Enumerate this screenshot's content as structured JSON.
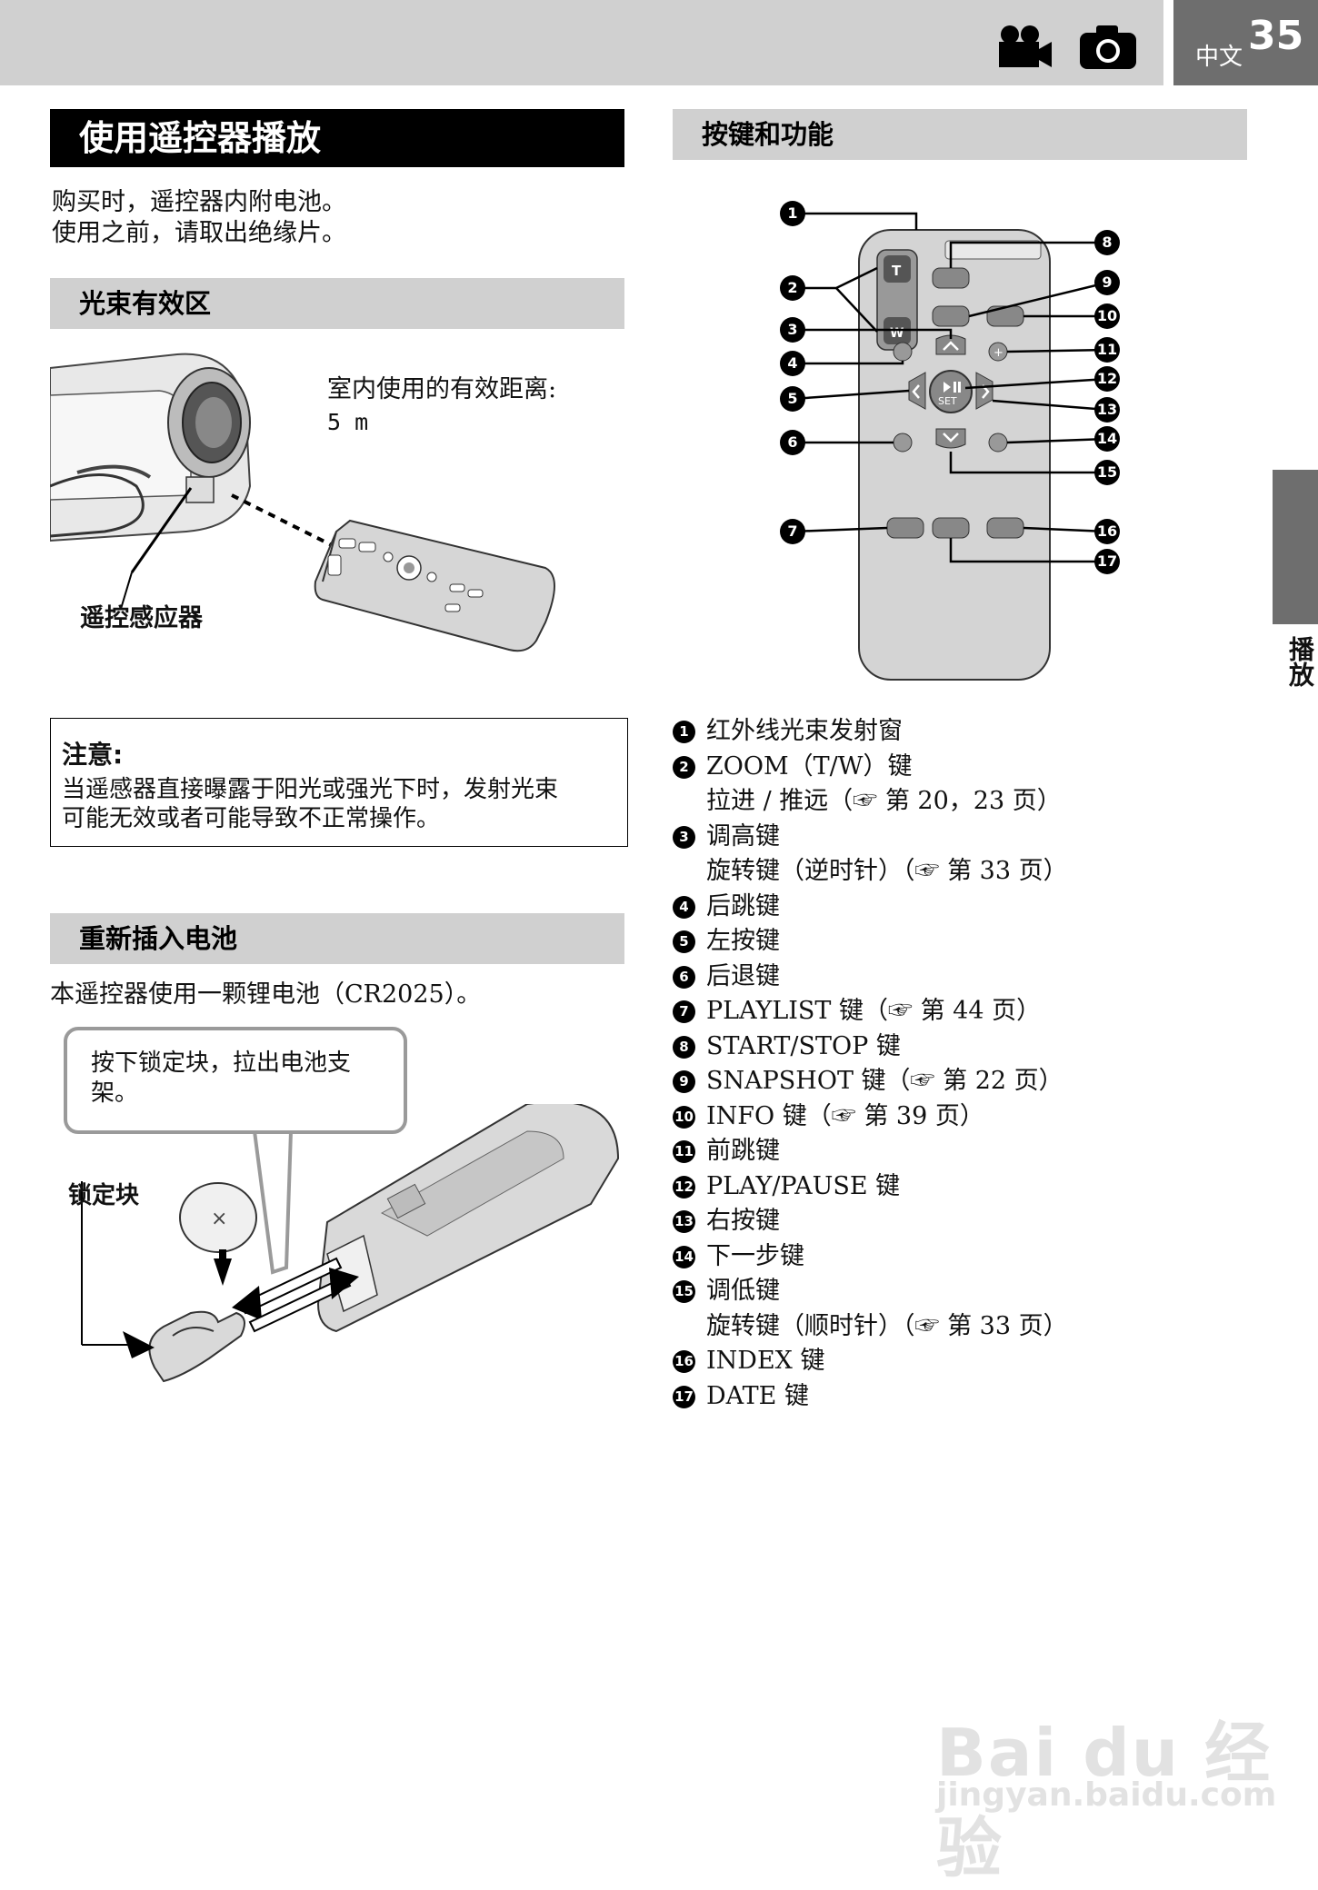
{
  "header": {
    "language": "中文",
    "page_number": "35",
    "mode_icons": [
      "movie-camera-icon",
      "still-camera-icon"
    ]
  },
  "side_tab": {
    "label": "播放"
  },
  "left": {
    "title": "使用遥控器播放",
    "intro": [
      "购买时，遥控器内附电池。",
      "使用之前，请取出绝缘片。"
    ],
    "beam_section": {
      "heading": "光束有效区",
      "range_label": "室内使用的有效距离:",
      "range_value": "5 m",
      "sensor_label": "遥控感应器"
    },
    "note": {
      "title": "注意:",
      "text": [
        "当遥感器直接曝露于阳光或强光下时，发射光束",
        "可能无效或者可能导致不正常操作。"
      ]
    },
    "battery_section": {
      "heading": "重新插入电池",
      "text": "本遥控器使用一颗锂电池（CR2025）。",
      "callout": [
        "按下锁定块，拉出电池支",
        "架。"
      ],
      "lock_label": "锁定块"
    }
  },
  "right": {
    "heading": "按键和功能",
    "remote_buttons": {
      "zoom_t": "T",
      "zoom_w": "W",
      "set": "SET"
    },
    "callout_numbers": [
      "1",
      "2",
      "3",
      "4",
      "5",
      "6",
      "7",
      "8",
      "9",
      "10",
      "11",
      "12",
      "13",
      "14",
      "15",
      "16",
      "17"
    ],
    "items": [
      {
        "num": "1",
        "text": "红外线光束发射窗"
      },
      {
        "num": "2",
        "text": "ZOOM（T/W）键",
        "sub": "拉进 / 推远（☞ 第 20，23 页）"
      },
      {
        "num": "3",
        "text": "调高键",
        "sub": "旋转键（逆时针）（☞ 第 33 页）"
      },
      {
        "num": "4",
        "text": "后跳键"
      },
      {
        "num": "5",
        "text": "左按键"
      },
      {
        "num": "6",
        "text": "后退键"
      },
      {
        "num": "7",
        "text": "PLAYLIST 键（☞ 第 44 页）"
      },
      {
        "num": "8",
        "text": "START/STOP 键"
      },
      {
        "num": "9",
        "text": "SNAPSHOT 键（☞ 第 22 页）"
      },
      {
        "num": "10",
        "text": "INFO 键（☞ 第 39 页）"
      },
      {
        "num": "11",
        "text": "前跳键"
      },
      {
        "num": "12",
        "text": "PLAY/PAUSE 键"
      },
      {
        "num": "13",
        "text": "右按键"
      },
      {
        "num": "14",
        "text": "下一步键"
      },
      {
        "num": "15",
        "text": "调低键",
        "sub": "旋转键（顺时针）（☞ 第 33 页）"
      },
      {
        "num": "16",
        "text": "INDEX 键"
      },
      {
        "num": "17",
        "text": "DATE 键"
      }
    ]
  },
  "watermark": {
    "brand": "Bai du 经验",
    "url": "jingyan.baidu.com"
  }
}
